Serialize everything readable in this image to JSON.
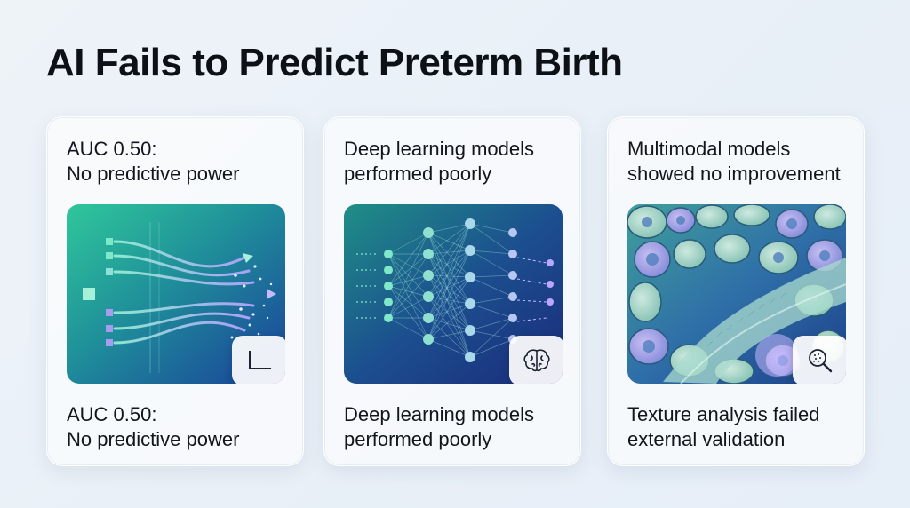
{
  "title": "AI Fails to Predict Preterm Birth",
  "cards": [
    {
      "top_lines": [
        "AUC 0.50:",
        "No predictive power"
      ],
      "bottom_lines": [
        "AUC 0.50:",
        "No predictive power"
      ],
      "illustration": "data-flow-arrows",
      "badge_icon": "chart-axes-icon"
    },
    {
      "top_lines": [
        "Deep learning models",
        "performed poorly"
      ],
      "bottom_lines": [
        "Deep learning models",
        "performed poorly"
      ],
      "illustration": "neural-network",
      "badge_icon": "brain-icon"
    },
    {
      "top_lines": [
        "Multimodal models",
        "showed no improvement"
      ],
      "bottom_lines": [
        "Texture analysis failed",
        "external validation"
      ],
      "illustration": "cell-tissue-texture",
      "badge_icon": "magnifier-icon"
    }
  ],
  "colors": {
    "teal": "#3fd0b0",
    "blue": "#1f3f9a",
    "purple": "#8a7fe0"
  }
}
